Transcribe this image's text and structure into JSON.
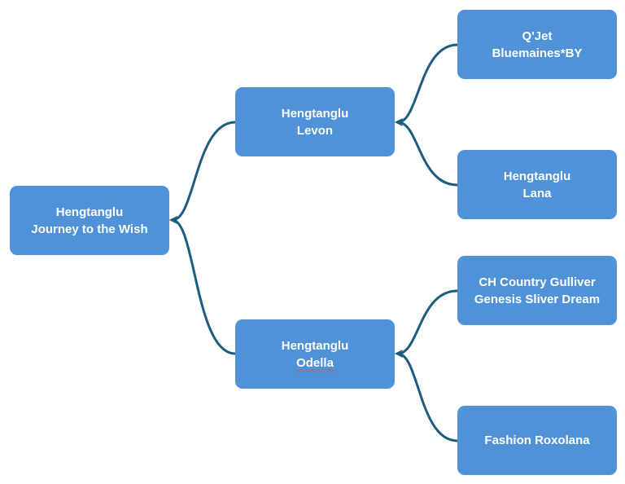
{
  "diagram": {
    "colors": {
      "node_fill": "#4f92d8",
      "node_text": "#ffffff",
      "connector": "#1d5c80"
    },
    "nodes": {
      "root": {
        "line1": "Hengtanglu",
        "line2": "Journey to the Wish"
      },
      "levon": {
        "line1": "Hengtanglu",
        "line2": "Levon"
      },
      "odella": {
        "line1": "Hengtanglu",
        "line2": "Odella"
      },
      "qjet": {
        "line1": "Q'Jet",
        "line2": "Bluemaines*BY"
      },
      "lana": {
        "line1": "Hengtanglu",
        "line2": "Lana"
      },
      "ch": {
        "line1": "CH Country Gulliver",
        "line2": "Genesis Sliver Dream"
      },
      "fashion": {
        "line1": "Fashion Roxolana"
      }
    },
    "edges": [
      {
        "from": "levon",
        "to": "root"
      },
      {
        "from": "odella",
        "to": "root"
      },
      {
        "from": "qjet",
        "to": "levon"
      },
      {
        "from": "lana",
        "to": "levon"
      },
      {
        "from": "ch",
        "to": "odella"
      },
      {
        "from": "fashion",
        "to": "odella"
      }
    ]
  }
}
